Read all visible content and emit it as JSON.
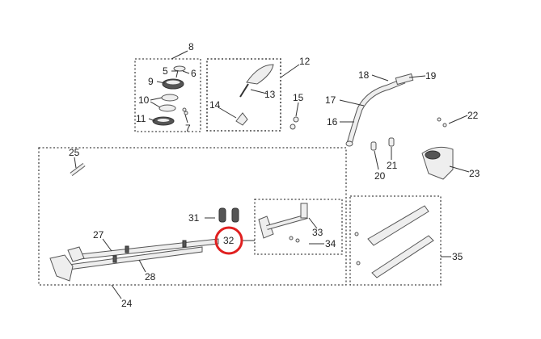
{
  "diagram": {
    "labels": {
      "p5": "5",
      "p6": "6",
      "p7": "7",
      "p8": "8",
      "p9": "9",
      "p10": "10",
      "p11": "11",
      "p12": "12",
      "p13": "13",
      "p14": "14",
      "p15": "15",
      "p16": "16",
      "p17": "17",
      "p18": "18",
      "p19": "19",
      "p20": "20",
      "p21": "21",
      "p22": "22",
      "p23": "23",
      "p24": "24",
      "p25": "25",
      "p27": "27",
      "p28": "28",
      "p31": "31",
      "p32": "32",
      "p33": "33",
      "p34": "34",
      "p35": "35"
    },
    "highlighted_part": "32",
    "highlight_color": "#e02020"
  }
}
